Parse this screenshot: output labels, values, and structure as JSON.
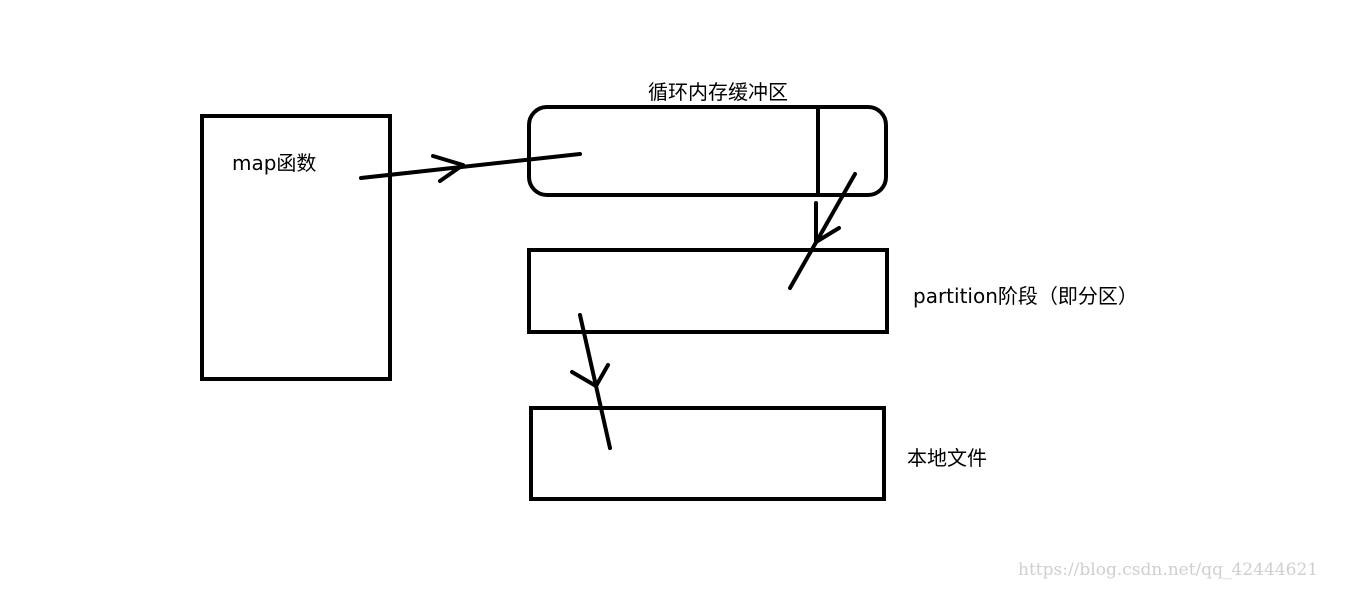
{
  "labels": {
    "map_function": "map函数",
    "ring_buffer": "循环内存缓冲区",
    "partition_stage": "partition阶段（即分区）",
    "local_file": "本地文件"
  },
  "watermark": "https://blog.csdn.net/qq_42444621",
  "colors": {
    "stroke": "#000000",
    "watermark": "#cfcfcf"
  }
}
